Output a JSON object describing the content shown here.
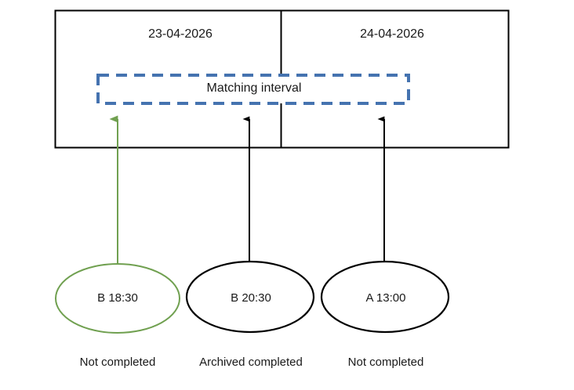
{
  "diagram": {
    "title_region": {
      "columns": [
        {
          "label": "23-04-2026"
        },
        {
          "label": "24-04-2026"
        }
      ]
    },
    "interval_box": {
      "label": "Matching interval",
      "style": "dashed",
      "color": "#4573b0"
    },
    "nodes": [
      {
        "label": "B 18:30",
        "status": "Not completed",
        "color": "#70a050",
        "highlighted": true
      },
      {
        "label": "B 20:30",
        "status": "Archived completed",
        "color": "#000000",
        "highlighted": false
      },
      {
        "label": "A 13:00",
        "status": "Not completed",
        "color": "#000000",
        "highlighted": false
      }
    ],
    "arrows": [
      {
        "from_node": "B 18:30",
        "color": "#70a050"
      },
      {
        "from_node": "B 20:30",
        "color": "#000000"
      },
      {
        "from_node": "A 13:00",
        "color": "#000000"
      }
    ],
    "colors": {
      "frame": "#000000",
      "accent_blue": "#4573b0",
      "accent_green": "#70a050",
      "text": "#1a1a1a",
      "background": "#ffffff"
    }
  }
}
